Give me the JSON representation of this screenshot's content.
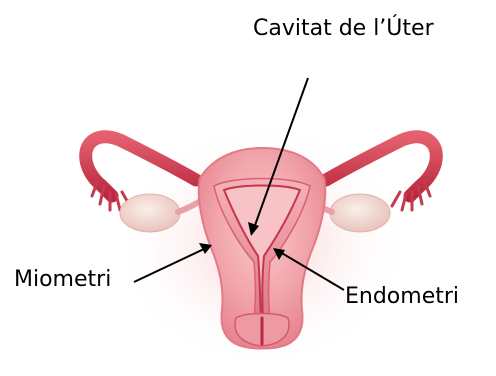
{
  "diagram": {
    "labels": {
      "cavity": "Cavitat de l’Úter",
      "myometrium": "Miometri",
      "endometrium": "Endometri"
    },
    "colors": {
      "background": "#ffffff",
      "tissue_outer": "#f2a8ad",
      "tissue_mid": "#e97b86",
      "tissue_inner": "#c9374f",
      "ovary": "#f3d7d2",
      "arrow": "#000000"
    }
  }
}
